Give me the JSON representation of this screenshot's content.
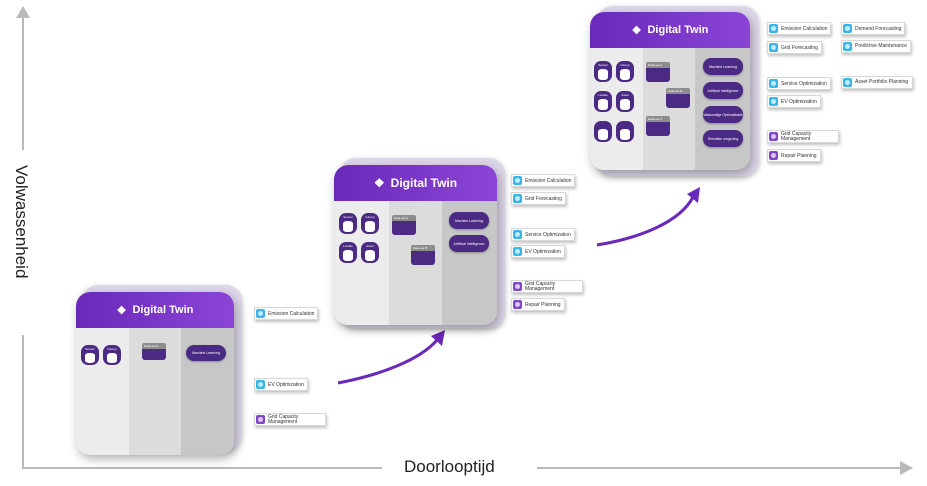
{
  "axes": {
    "x_label": "Doorlooptijd",
    "y_label": "Volwassenheid"
  },
  "brand": {
    "accent": "#6a29b8",
    "dark": "#4b2a84",
    "blue_icon": "#39b6e8",
    "purple_icon": "#8048c9"
  },
  "stages": [
    {
      "title": "Digital Twin",
      "sources": [
        "Sensor",
        "Inkoop"
      ],
      "datasets": [
        "Data-set A"
      ],
      "methods": [
        "Machine Learning"
      ],
      "use_cases": [
        "Emission Calculation",
        "EV Optimization",
        "Grid Capacity Management"
      ]
    },
    {
      "title": "Digital Twin",
      "sources": [
        "Sensor",
        "Inkoop",
        "Locatie",
        "Asset"
      ],
      "datasets": [
        "Data-set A",
        "Data-set B"
      ],
      "methods": [
        "Machine Learning",
        "Artificial Intelligence"
      ],
      "use_cases": [
        "Emission Calculation",
        "Grid Forecasting",
        "Service Optimization",
        "EV Optimization",
        "Grid Capacity Management",
        "Repair Planning"
      ]
    },
    {
      "title": "Digital Twin",
      "sources": [
        "Sensor",
        "Inkoop",
        "Locatie",
        "Asset",
        "",
        ""
      ],
      "datasets": [
        "Data-set A",
        "Data-set B",
        "Data-set C"
      ],
      "methods": [
        "Machine Learning",
        "Artificial Intelligence",
        "Wiskundige Optimalisatie",
        "Simulatie omgeving"
      ],
      "use_cases": [
        "Emission Calculation",
        "Demand Forecasting",
        "Grid Forecasting",
        "Predictive Maintenance",
        "Service Optimization",
        "Asset Portfolio Planning",
        "EV Optimization",
        "Grid Capacity Management",
        "Repair Planning"
      ]
    }
  ]
}
